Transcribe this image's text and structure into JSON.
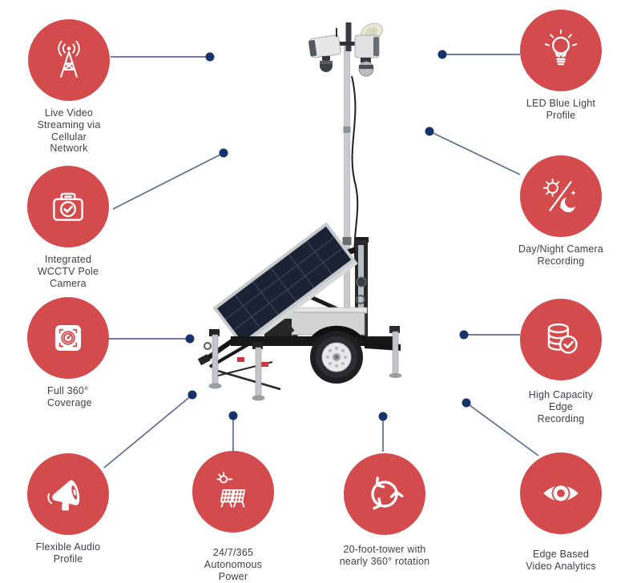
{
  "colors": {
    "red": "#d34b4c",
    "dot": "#14336b",
    "line": "#5c6c92",
    "text": "#3d3f46",
    "bg": "#ffffff"
  },
  "illustration": {
    "name": "solar-cctv-trailer"
  },
  "features": [
    {
      "id": "live-video-streaming",
      "icon": "cellular-antenna-icon",
      "label": "Live Video\nStreaming via\nCellular\nNetwork"
    },
    {
      "id": "integrated-pole-camera",
      "icon": "pole-camera-icon",
      "label": "Integrated\nWCCTV Pole\nCamera"
    },
    {
      "id": "full-360-coverage",
      "icon": "360-coverage-icon",
      "label": "Full 360°\nCoverage"
    },
    {
      "id": "flexible-audio-profile",
      "icon": "megaphone-icon",
      "label": "Flexible Audio\nProfile"
    },
    {
      "id": "autonomous-power",
      "icon": "solar-power-icon",
      "label": "24/7/365\nAutonomous\nPower"
    },
    {
      "id": "tower-rotation",
      "icon": "rotation-arrows-icon",
      "label": "20-foot-tower with\nnearly 360° rotation"
    },
    {
      "id": "edge-video-analytics",
      "icon": "eye-icon",
      "label": "Edge Based\nVideo Analytics"
    },
    {
      "id": "led-blue-light",
      "icon": "lightbulb-icon",
      "label": "LED Blue Light\nProfile"
    },
    {
      "id": "day-night-recording",
      "icon": "day-night-icon",
      "label": "Day/Night Camera\nRecording"
    },
    {
      "id": "edge-recording",
      "icon": "database-check-icon",
      "label": "High Capacity\nEdge\nRecording"
    }
  ]
}
